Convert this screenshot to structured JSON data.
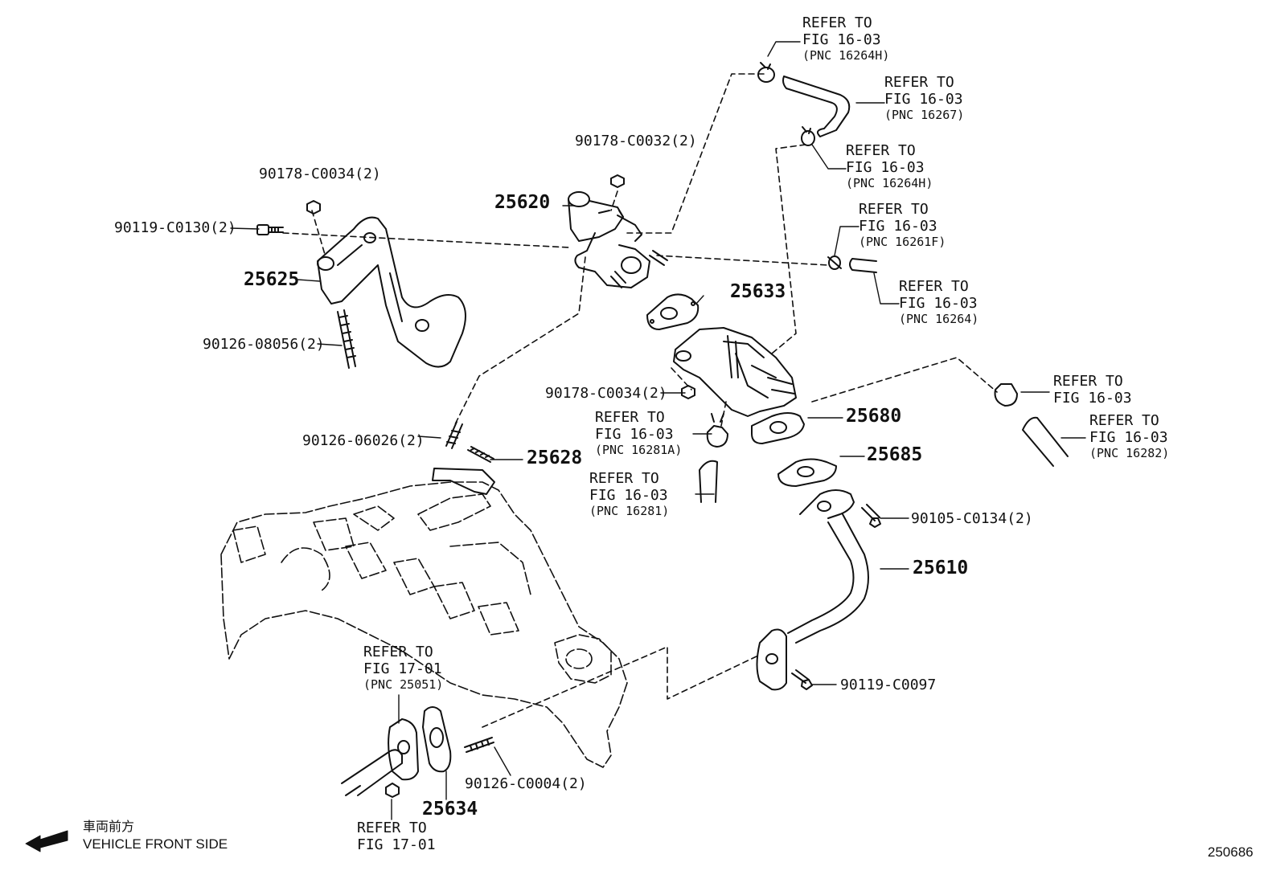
{
  "diagram_id": "250686",
  "direction": {
    "jp": "車両前方",
    "en": "VEHICLE FRONT SIDE"
  },
  "parts": {
    "p25620": "25620",
    "p25625": "25625",
    "p25628": "25628",
    "p25633": "25633",
    "p25680": "25680",
    "p25685": "25685",
    "p25610": "25610",
    "p25634": "25634",
    "n90178_c0032": "90178-C0032(2)",
    "n90178_c0034_a": "90178-C0034(2)",
    "n90119_c0130": "90119-C0130(2)",
    "n90126_08056": "90126-08056(2)",
    "n90178_c0034_b": "90178-C0034(2)",
    "n90126_06026": "90126-06026(2)",
    "n90105_c0134": "90105-C0134(2)",
    "n90119_c0097": "90119-C0097",
    "n90126_c0004": "90126-C0004(2)"
  },
  "refs": {
    "r1": {
      "l1": "REFER TO",
      "l2": "FIG 16-03",
      "l3": "(PNC 16264H)"
    },
    "r2": {
      "l1": "REFER TO",
      "l2": "FIG 16-03",
      "l3": "(PNC 16267)"
    },
    "r3": {
      "l1": "REFER TO",
      "l2": "FIG 16-03",
      "l3": "(PNC 16264H)"
    },
    "r4": {
      "l1": "REFER TO",
      "l2": "FIG 16-03",
      "l3": "(PNC 16261F)"
    },
    "r5": {
      "l1": "REFER TO",
      "l2": "FIG 16-03",
      "l3": "(PNC 16264)"
    },
    "r6": {
      "l1": "REFER TO",
      "l2": "FIG 16-03",
      "l3": "(PNC 16281A)"
    },
    "r7": {
      "l1": "REFER TO",
      "l2": "FIG 16-03",
      "l3": "(PNC 16281)"
    },
    "r8": {
      "l1": "REFER TO",
      "l2": "FIG 16-03"
    },
    "r9": {
      "l1": "REFER TO",
      "l2": "FIG 16-03",
      "l3": "(PNC 16282)"
    },
    "r10": {
      "l1": "REFER TO",
      "l2": "FIG 17-01",
      "l3": "(PNC 25051)"
    },
    "r11": {
      "l1": "REFER TO",
      "l2": "FIG 17-01"
    }
  },
  "colors": {
    "ink": "#111111",
    "paper": "#ffffff"
  }
}
